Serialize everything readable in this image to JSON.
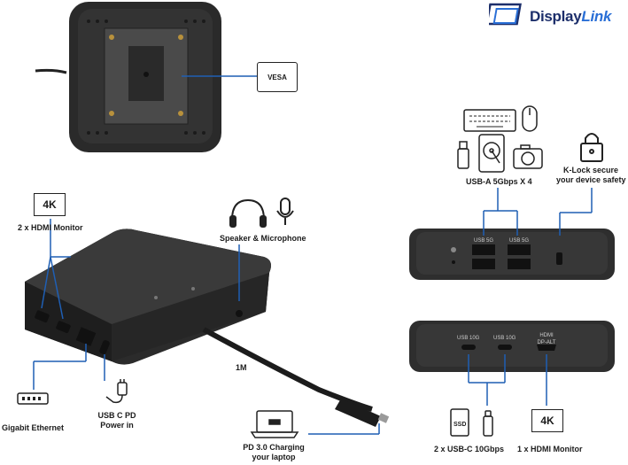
{
  "logo": {
    "text_main": "Display",
    "text_accent": "Link"
  },
  "labels": {
    "vesa": "VESA",
    "badge_4k_left": "4K",
    "hdmi_monitor_left": "2 x HDMI Monitor",
    "speaker_mic": "Speaker & Microphone",
    "usb_a": "USB-A 5Gbps X 4",
    "klock_line1": "K-Lock secure",
    "klock_line2": "your device safety",
    "usb_5g_a": "USB 5G",
    "usb_5g_b": "USB 5G",
    "usb_10g_a": "USB 10G",
    "usb_10g_b": "USB 10G",
    "hdmi_port_line1": "HDMI",
    "hdmi_port_line2": "DP-ALT",
    "cable_length": "1M",
    "gigabit": "Gigabit Ethernet",
    "usbc_pd_line1": "USB C PD",
    "usbc_pd_line2": "Power in",
    "pd_charging_line1": "PD 3.0 Charging",
    "pd_charging_line2": "your laptop",
    "usbc_10gbps": "2 x USB-C 10Gbps",
    "ssd": "SSD",
    "badge_4k_right": "4K",
    "hdmi_monitor_right": "1 x HDMI Monitor"
  },
  "colors": {
    "accent_line": "#1f5fb4",
    "device": "#1c1c1c",
    "logo": "#1d2f6b"
  }
}
